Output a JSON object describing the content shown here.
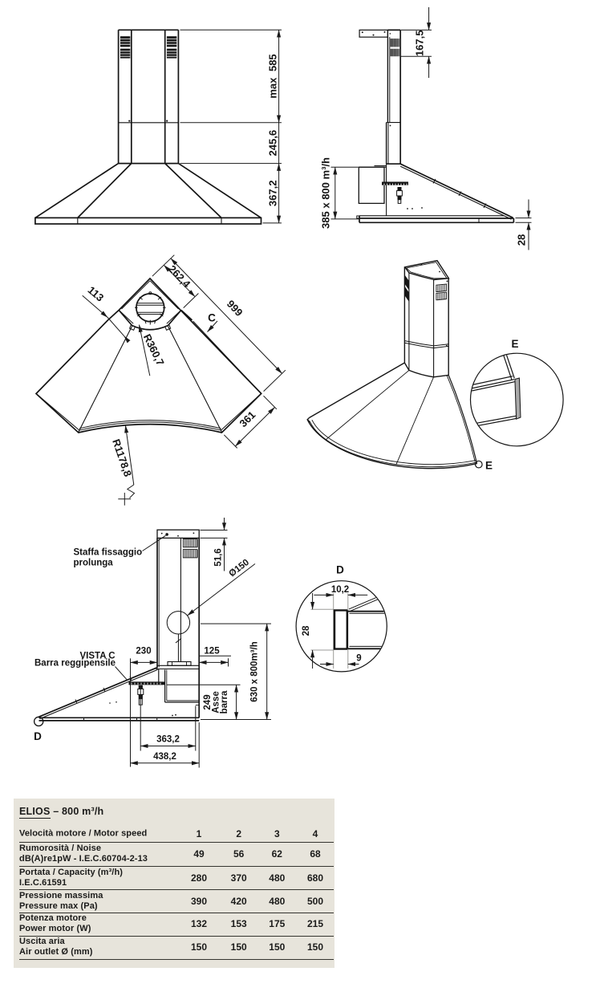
{
  "page": {
    "background": "#ffffff",
    "line_color": "#141414"
  },
  "drawings": {
    "front_view": {
      "dim_chimney_max": "max 585",
      "dim_chimney_lower": "245,6",
      "dim_canopy_height": "367,2"
    },
    "side_view": {
      "dim_vent_offset": "167,5",
      "dim_wall_height": "385 x 800 m³/h",
      "dim_rim_thickness": "28"
    },
    "plan_view": {
      "dim_corner_edge": "262,4",
      "dim_wall_edge": "999",
      "dim_side_edge": "361",
      "dim_chamfer": "113",
      "dim_inner_radius": "R360,7",
      "dim_front_radius": "R1178,8",
      "view_arrow_label": "C"
    },
    "perspective_view": {
      "detail_circle_label": "E",
      "corner_marker_label": "E"
    },
    "vista_c_view": {
      "view_title": "VISTA C",
      "label_bracket_line1": "Staffa fissaggio",
      "label_bracket_line2": "prolunga",
      "label_bar": "Barra reggipensile",
      "corner_marker_label": "D",
      "dim_bracket_height": "51,6",
      "dim_duct_diameter": "Ø150",
      "dim_front_to_flue": "230",
      "dim_flue_to_wall": "125",
      "dim_total_height": "630 x 800m³/h",
      "dim_bar_axis_value": "249",
      "dim_bar_axis_word1": "Asse",
      "dim_bar_axis_word2": "barra",
      "dim_bar_span": "363,2",
      "dim_total_depth": "438,2"
    },
    "detail_d": {
      "detail_label": "D",
      "dim_top_width": "10,2",
      "dim_height": "28",
      "dim_bottom_width": "9"
    }
  },
  "table": {
    "title_model": "ELIOS",
    "title_suffix": "– 800 m³/h",
    "header": {
      "label": "Velocità motore / Motor speed",
      "cols": [
        "1",
        "2",
        "3",
        "4"
      ]
    },
    "rows": [
      {
        "line1": "Rumorosità / Noise",
        "line2": "dB(A)re1pW - I.E.C.60704-2-13",
        "values": [
          "49",
          "56",
          "62",
          "68"
        ]
      },
      {
        "line1": "Portata / Capacity (m³/h)",
        "line2": "I.E.C.61591",
        "values": [
          "280",
          "370",
          "480",
          "680"
        ]
      },
      {
        "line1": "Pressione massima",
        "line2": "Pressure max (Pa)",
        "values": [
          "390",
          "420",
          "480",
          "500"
        ]
      },
      {
        "line1": "Potenza motore",
        "line2": "Power motor (W)",
        "values": [
          "132",
          "153",
          "175",
          "215"
        ]
      },
      {
        "line1": "Uscita aria",
        "line2": "Air outlet Ø (mm)",
        "values": [
          "150",
          "150",
          "150",
          "150"
        ]
      }
    ]
  }
}
